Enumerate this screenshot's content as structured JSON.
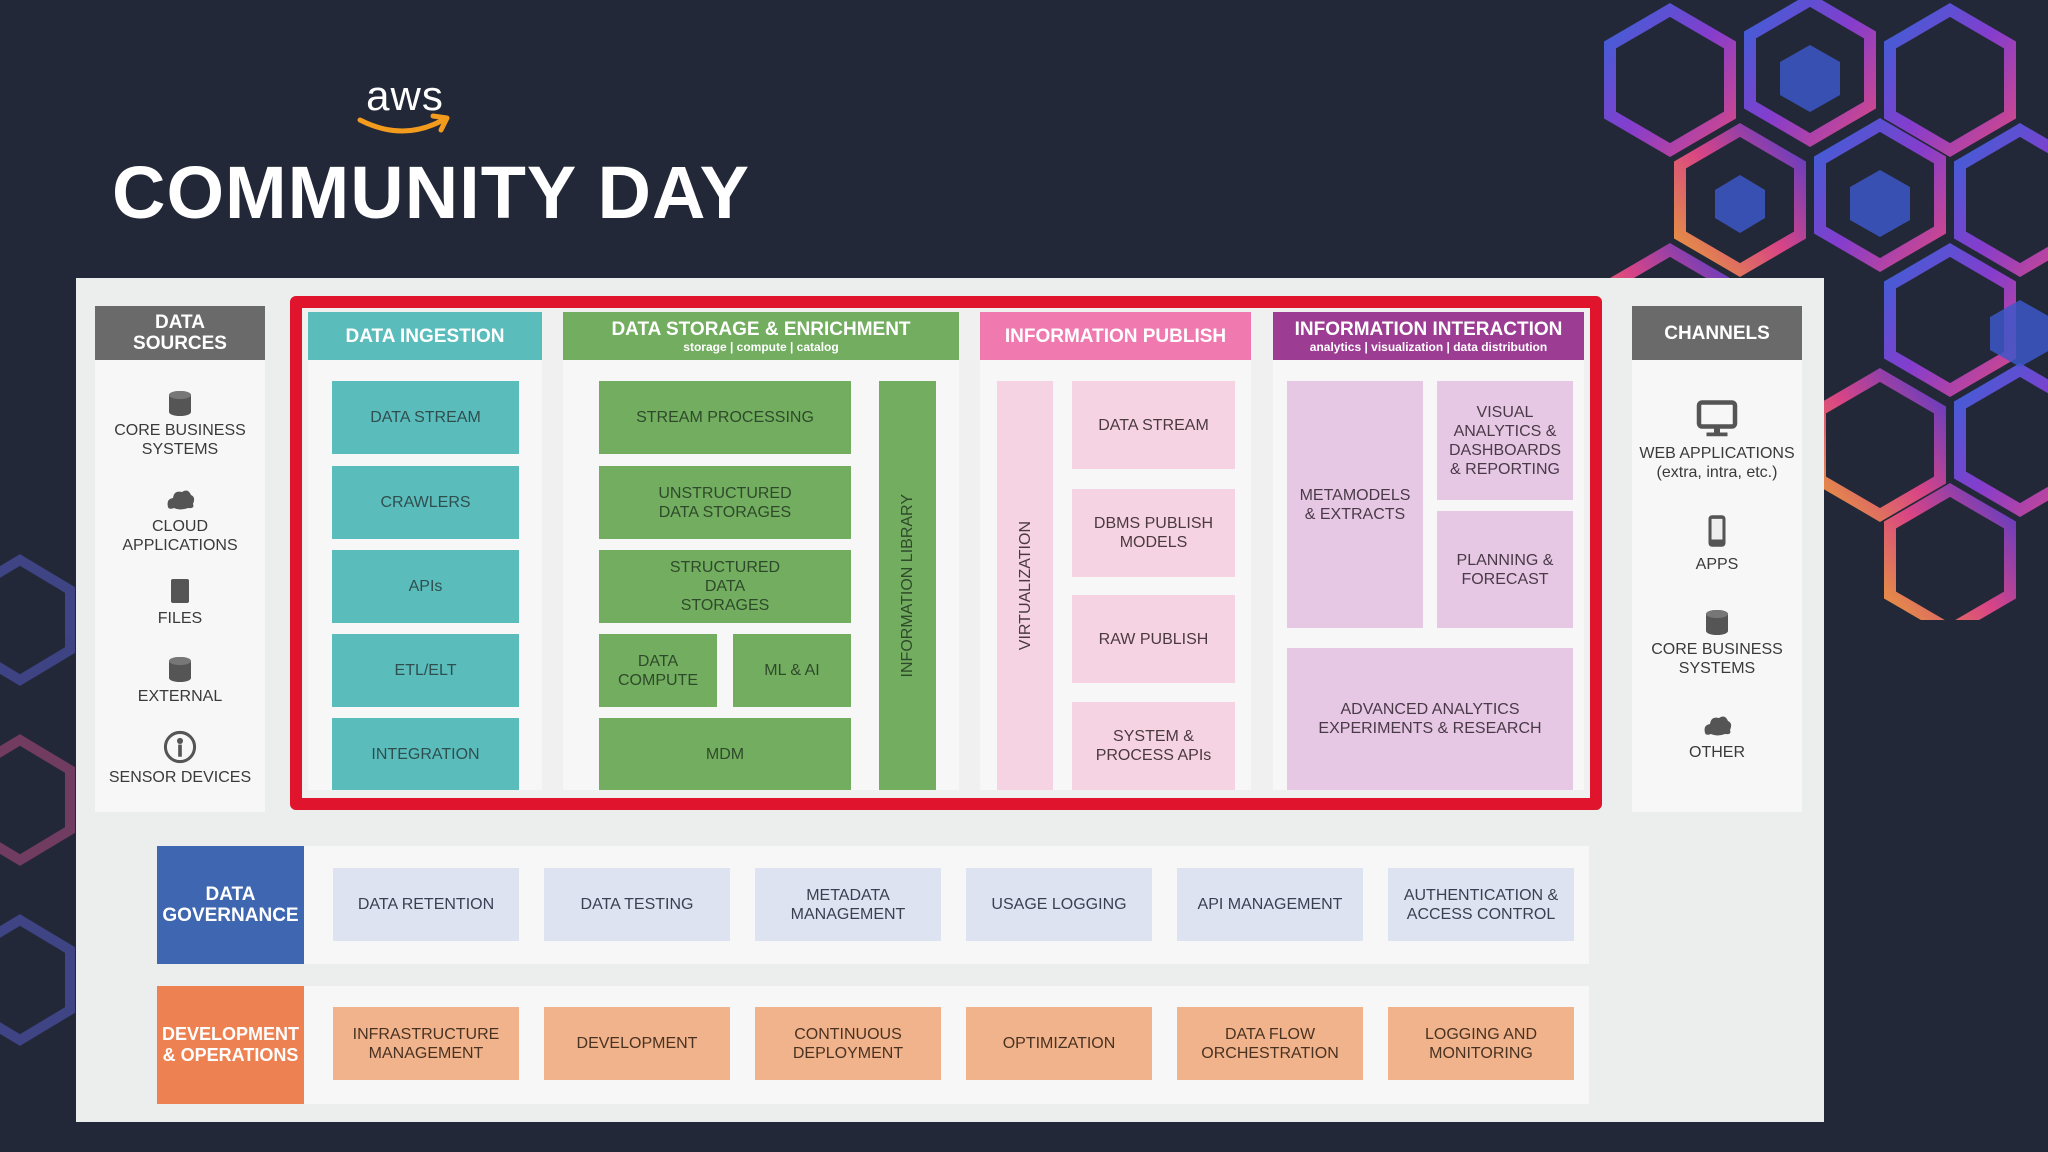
{
  "header": {
    "brand": "aws",
    "title": "COMMUNITY DAY"
  },
  "colors": {
    "background": "#232838",
    "highlight_border": "#e0142c",
    "ingestion": "#5bbcbc",
    "storage": "#72ad60",
    "publish": "#f07ab0",
    "interaction": "#9c3d93",
    "governance": "#3f66b0",
    "devops": "#ee8152"
  },
  "data_sources": {
    "title": "DATA SOURCES",
    "items": [
      {
        "label": "CORE BUSINESS SYSTEMS",
        "icon": "database-icon"
      },
      {
        "label": "CLOUD APPLICATIONS",
        "icon": "cloud-icon"
      },
      {
        "label": "FILES",
        "icon": "file-icon"
      },
      {
        "label": "EXTERNAL",
        "icon": "database-icon"
      },
      {
        "label": "SENSOR DEVICES",
        "icon": "sensor-icon"
      }
    ]
  },
  "ingestion": {
    "title": "DATA INGESTION",
    "items": [
      "DATA STREAM",
      "CRAWLERS",
      "APIs",
      "ETL/ELT",
      "INTEGRATION"
    ]
  },
  "storage": {
    "title": "DATA STORAGE & ENRICHMENT",
    "subtitle": "storage | compute | catalog",
    "items": {
      "stream": "STREAM PROCESSING",
      "unstructured": "UNSTRUCTURED DATA STORAGES",
      "structured": "STRUCTURED DATA STORAGES",
      "compute": "DATA COMPUTE",
      "ml": "ML & AI",
      "mdm": "MDM",
      "library": "INFORMATION LIBRARY"
    }
  },
  "publish": {
    "title": "INFORMATION PUBLISH",
    "virtualization": "VIRTUALIZATION",
    "items": [
      "DATA STREAM",
      "DBMS PUBLISH MODELS",
      "RAW PUBLISH",
      "SYSTEM & PROCESS APIs"
    ]
  },
  "interaction": {
    "title": "INFORMATION INTERACTION",
    "subtitle": "analytics | visualization | data distribution",
    "metamodels": "METAMODELS & EXTRACTS",
    "visual": "VISUAL ANALYTICS & DASHBOARDS & REPORTING",
    "planning": "PLANNING & FORECAST",
    "advanced": "ADVANCED ANALYTICS EXPERIMENTS & RESEARCH"
  },
  "channels": {
    "title": "CHANNELS",
    "items": [
      {
        "label": "WEB APPLICATIONS",
        "note": "(extra, intra, etc.)",
        "icon": "monitor-icon"
      },
      {
        "label": "APPS",
        "note": "",
        "icon": "phone-icon"
      },
      {
        "label": "CORE BUSINESS SYSTEMS",
        "note": "",
        "icon": "database-icon"
      },
      {
        "label": "OTHER",
        "note": "",
        "icon": "cloud-icon"
      }
    ]
  },
  "governance": {
    "title": "DATA GOVERNANCE",
    "items": [
      "DATA RETENTION",
      "DATA TESTING",
      "METADATA MANAGEMENT",
      "USAGE LOGGING",
      "API MANAGEMENT",
      "AUTHENTICATION & ACCESS CONTROL"
    ]
  },
  "devops": {
    "title": "DEVELOPMENT & OPERATIONS",
    "items": [
      "INFRASTRUCTURE MANAGEMENT",
      "DEVELOPMENT",
      "CONTINUOUS DEPLOYMENT",
      "OPTIMIZATION",
      "DATA FLOW ORCHESTRATION",
      "LOGGING AND MONITORING"
    ]
  }
}
